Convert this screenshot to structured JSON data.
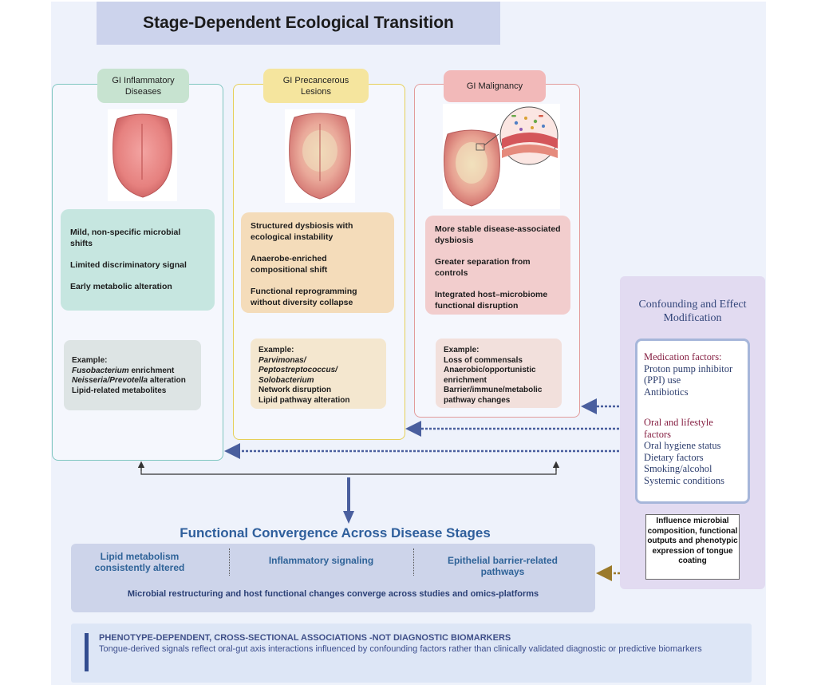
{
  "title": "Stage-Dependent Ecological Transition",
  "stages": [
    {
      "label": "GI Inflammatory Diseases",
      "features": [
        "Mild, non-specific microbial shifts",
        "Limited discriminatory signal",
        "Early metabolic alteration"
      ],
      "example_label": "Example:",
      "example_lines": [
        {
          "italic": "Fusobacterium",
          "rest": " enrichment"
        },
        {
          "italic": "Neisseria/Prevotella",
          "rest": " alteration"
        },
        {
          "italic": "",
          "rest": "Lipid-related metabolites"
        }
      ]
    },
    {
      "label": "GI Precancerous Lesions",
      "features": [
        "Structured dysbiosis with ecological instability",
        "Anaerobe-enriched compositional shift",
        "Functional reprogramming without diversity collapse"
      ],
      "example_label": "Example:",
      "example_lines": [
        {
          "italic": "Parvimonas/",
          "rest": ""
        },
        {
          "italic": "Peptostreptococcus/",
          "rest": ""
        },
        {
          "italic": "Solobacterium",
          "rest": ""
        },
        {
          "italic": "",
          "rest": "Network disruption"
        },
        {
          "italic": "",
          "rest": "Lipid pathway alteration"
        }
      ]
    },
    {
      "label": "GI Malignancy",
      "features": [
        "More stable disease-associated dysbiosis",
        "Greater separation from controls",
        "Integrated host–microbiome functional disruption"
      ],
      "example_label": "Example:",
      "example_lines": [
        {
          "italic": "",
          "rest": "Loss of commensals"
        },
        {
          "italic": "",
          "rest": "Anaerobic/opportunistic enrichment"
        },
        {
          "italic": "",
          "rest": "Barrier/immune/metabolic pathway changes"
        }
      ]
    }
  ],
  "confounding": {
    "title": "Confounding and Effect Modification",
    "medication_heading": "Medication factors:",
    "medication_items": [
      "Proton pump inhibitor (PPI) use",
      "Antibiotics"
    ],
    "lifestyle_heading": "Oral and lifestyle factors",
    "lifestyle_items": [
      "Oral hygiene status",
      "Dietary factors",
      "Smoking/alcohol",
      "Systemic conditions"
    ],
    "influence": "Influence microbial composition, functional outputs and phenotypic expression of tongue coating"
  },
  "convergence": {
    "title": "Functional Convergence Across Disease Stages",
    "items": [
      "Lipid metabolism consistently altered",
      "Inflammatory signaling",
      "Epithelial barrier-related pathways"
    ],
    "summary": "Microbial restructuring and host functional changes converge across studies and omics-platforms"
  },
  "phenotype": {
    "title": "PHENOTYPE-DEPENDENT, CROSS-SECTIONAL ASSOCIATIONS -NOT DIAGNOSTIC BIOMARKERS",
    "body": "Tongue-derived signals reflect oral-gut axis interactions influenced by confounding factors rather than clinically validated diagnostic or predictive biomarkers"
  },
  "colors": {
    "inflammatory": "#7fc6c0",
    "precancerous": "#e6cf57",
    "malignancy": "#e29b9b",
    "confounding_heading": "#862043",
    "convergence_text": "#2f6398"
  }
}
